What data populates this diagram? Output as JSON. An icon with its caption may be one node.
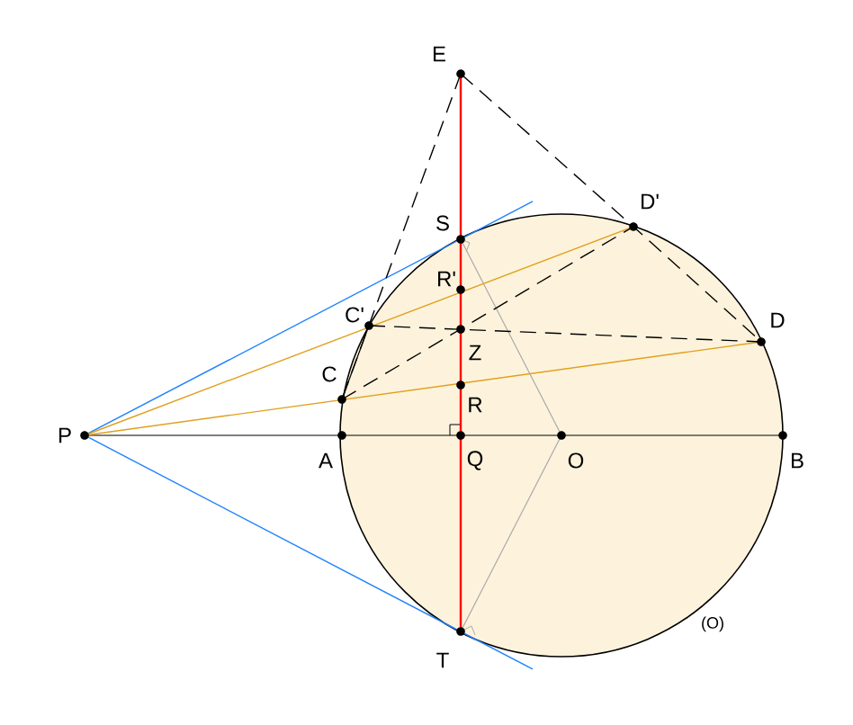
{
  "diagram": {
    "labels": [
      "E",
      "S",
      "D'",
      "R'",
      "C'",
      "D",
      "Z",
      "C",
      "R",
      "P",
      "A",
      "Q",
      "O",
      "B",
      "(O)",
      "T"
    ]
  }
}
